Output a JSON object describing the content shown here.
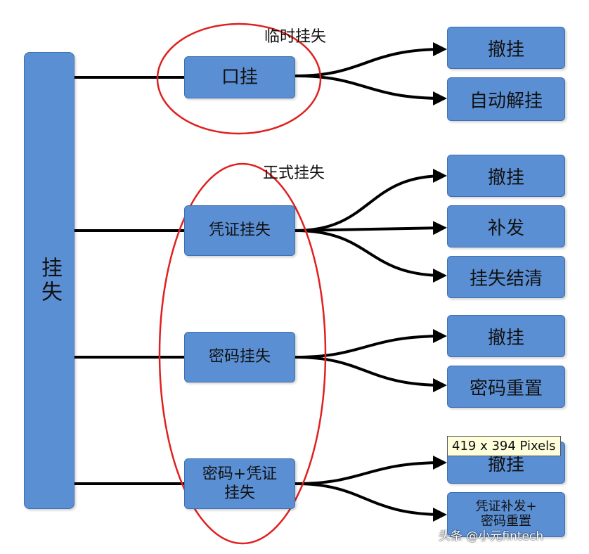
{
  "diagram": {
    "root_label": "挂失",
    "groups": [
      {
        "label": "临时挂失"
      },
      {
        "label": "正式挂失"
      }
    ],
    "nodes": {
      "oral": "口挂",
      "voucher": "凭证挂失",
      "password": "密码挂失",
      "combo_line1": "密码+凭证",
      "combo_line2": "挂失"
    },
    "leaves": {
      "oral_cancel": "撤挂",
      "oral_auto": "自动解挂",
      "voucher_cancel": "撤挂",
      "voucher_reissue": "补发",
      "voucher_settle": "挂失结清",
      "password_cancel": "撤挂",
      "password_reset": "密码重置",
      "combo_cancel": "撤挂",
      "combo_reissue_line1": "凭证补发+",
      "combo_reissue_line2": "密码重置"
    },
    "colors": {
      "box_fill": "#5b8fd4",
      "box_border": "#3f6fae",
      "ellipse": "#e02020",
      "connector": "#000000"
    }
  },
  "overlay": {
    "tooltip": "419 x 394 Pixels",
    "watermark": "头条 @小元fintech"
  }
}
